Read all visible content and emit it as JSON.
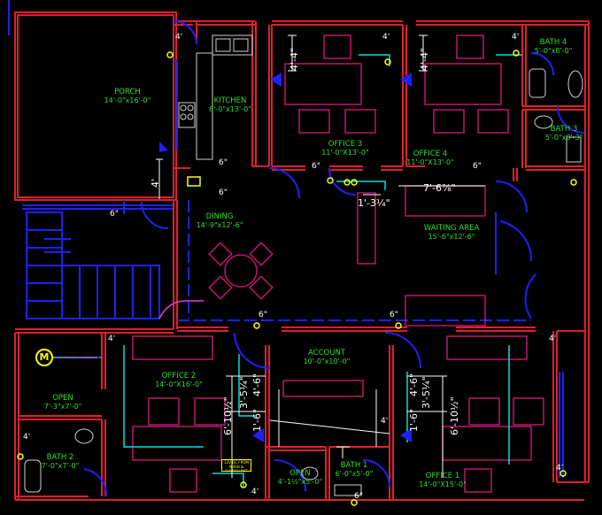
{
  "rooms": {
    "porch": {
      "name": "PORCH",
      "size": "14'-0\"x16'-0\""
    },
    "kitchen": {
      "name": "KITCHEN",
      "size": "8'-0\"x13'-0\""
    },
    "office3": {
      "name": "OFFICE 3",
      "size": "11'-0\"X13'-0\""
    },
    "office4": {
      "name": "OFFICE 4",
      "size": "11'-0\"X13'-0\""
    },
    "bath4": {
      "name": "BATH 4",
      "size": "5'-0\"x8'-0\""
    },
    "bath3": {
      "name": "BATH 3",
      "size": "5'-0\"x8'-3\""
    },
    "dining": {
      "name": "DINING",
      "size": "14'-9\"x12'-6\""
    },
    "waiting": {
      "name": "WAITING AREA",
      "size": "15'-6\"x12'-6\""
    },
    "account": {
      "name": "ACCOUNT",
      "size": "10'-0\"x10'-0\""
    },
    "office2": {
      "name": "OFFICE 2",
      "size": "14'-0\"X16'-0\""
    },
    "open_left": {
      "name": "OPEN",
      "size": "7'-3\"x7'-0\""
    },
    "bath2": {
      "name": "BATH 2",
      "size": "7'-0\"x7'-0\""
    },
    "open_mid": {
      "name": "OPEN",
      "size": "4'-1½\"x5'-0\""
    },
    "bath1": {
      "name": "BATH 1",
      "size": "6'-0\"x5'-0\""
    },
    "office1": {
      "name": "OFFICE 1",
      "size": "14'-0\"X15'-0\""
    }
  },
  "dimensions": {
    "office3_h": "4'-4\"",
    "office4_h": "4'-4\"",
    "waiting_w": "7'-6⅞\"",
    "hall_w": "1'-3¼\"",
    "porch_h": "4'",
    "office2_v1": "6'-10½\"",
    "office2_v2": "3'-5¼\"",
    "office2_v3": "4'-6\"",
    "office2_v4": "1'-6\"",
    "office1_v1": "6'-10½\"",
    "office1_v2": "3'-5¼\"",
    "office1_v3": "4'-6\"",
    "office1_v4": "1'-6\""
  },
  "notes": {
    "h6_a": "6\"",
    "h6_b": "6\"",
    "h6_c": "6\"",
    "h6_d": "6\"",
    "h6_e": "6\"",
    "h6_f": "6\"",
    "h6_g": "6\"",
    "h6_h": "6\"",
    "h4_a": "4'",
    "h4_b": "4'",
    "h4_c": "4'",
    "h4_d": "4'",
    "h4_e": "4'",
    "h4_f": "4'",
    "h4_g": "4'",
    "h4_h": "4'",
    "h4_i": "4'"
  },
  "meter_label": "M",
  "tag_text": "12V DC FROM WASH & SUPPLY UNIT",
  "colors": {
    "wall": "#e0202a",
    "door": "#2020ff",
    "furniture": "#c0166e",
    "text": "#2fe02f",
    "dimension": "#ffffff",
    "wiring": "#00e0e0",
    "fixture": "#ffff00"
  }
}
